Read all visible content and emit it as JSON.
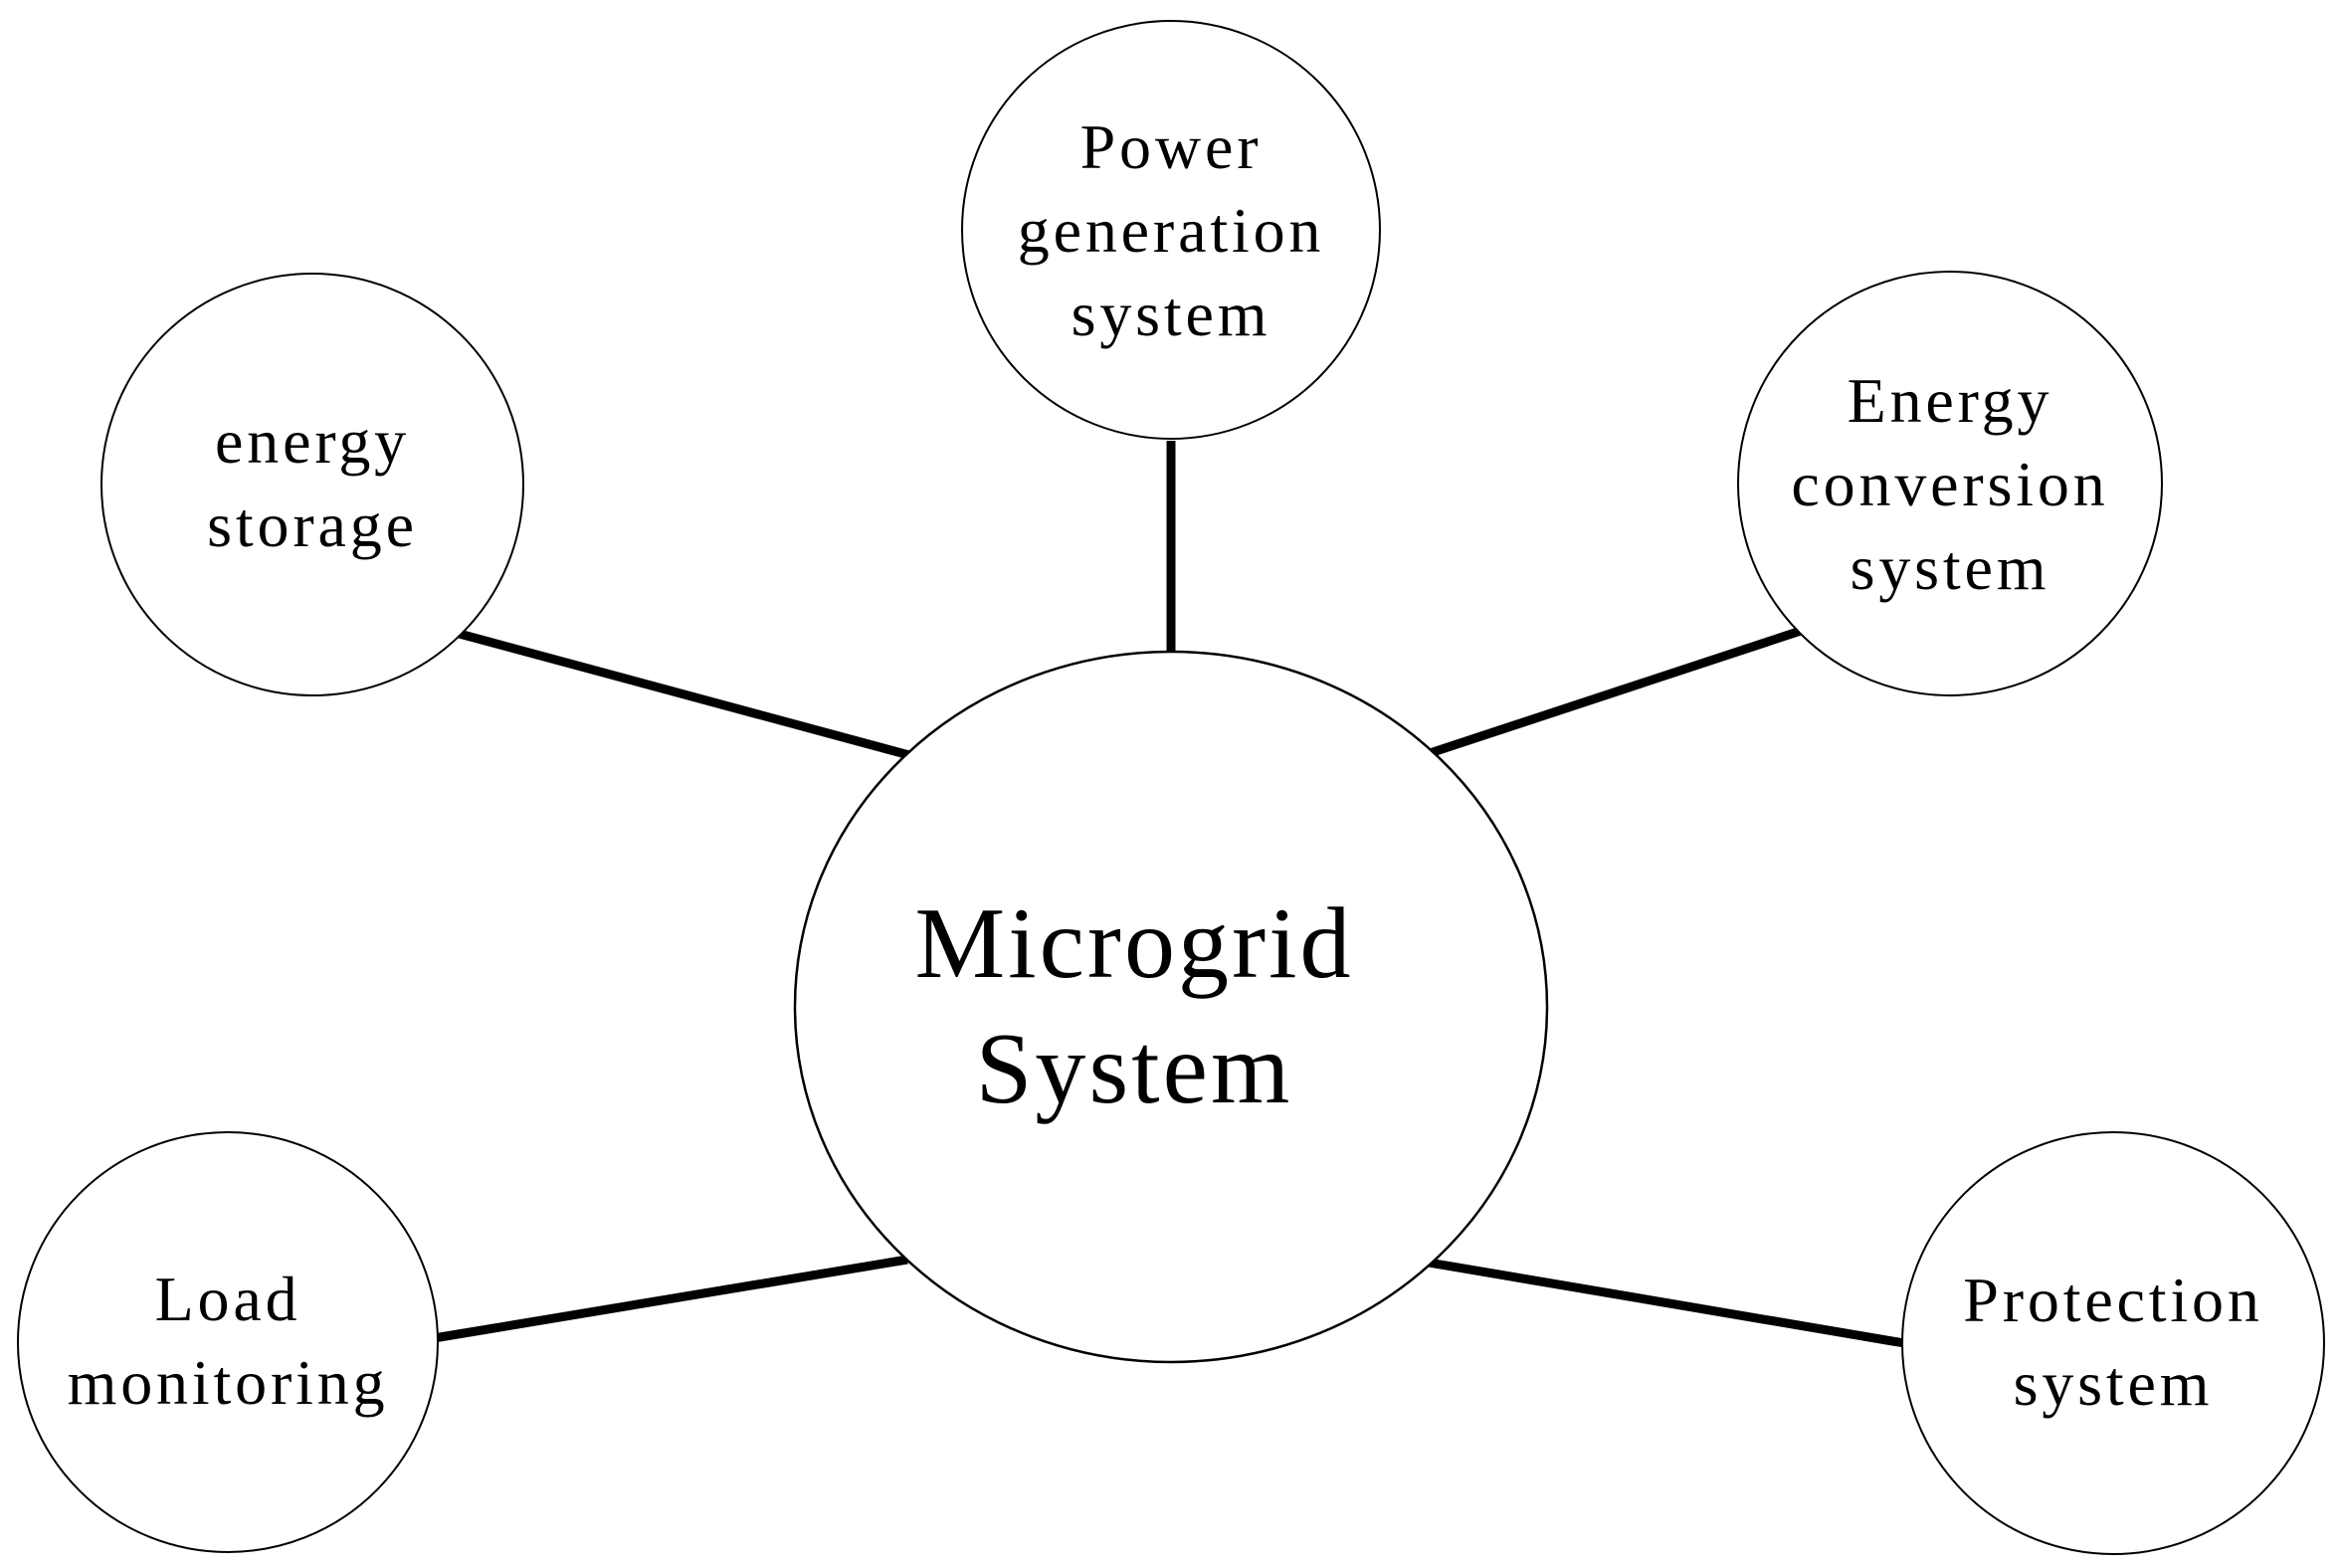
{
  "diagram": {
    "title": "Microgrid System composition diagram",
    "colors": {
      "background": "#ffffff",
      "stroke": "#000000",
      "text": "#000000"
    },
    "center": {
      "id": "microgrid-system",
      "label_lines": [
        "Microgrid",
        "System"
      ]
    },
    "nodes": [
      {
        "id": "power-generation-system",
        "label_lines": [
          "Power",
          "generation",
          "system"
        ]
      },
      {
        "id": "energy-storage",
        "label_lines": [
          "energy",
          "storage"
        ]
      },
      {
        "id": "energy-conversion-system",
        "label_lines": [
          "Energy",
          "conversion",
          "system"
        ]
      },
      {
        "id": "load-monitoring",
        "label_lines": [
          "Load",
          "monitoring"
        ]
      },
      {
        "id": "protection-system",
        "label_lines": [
          "Protection",
          "system"
        ]
      }
    ]
  }
}
